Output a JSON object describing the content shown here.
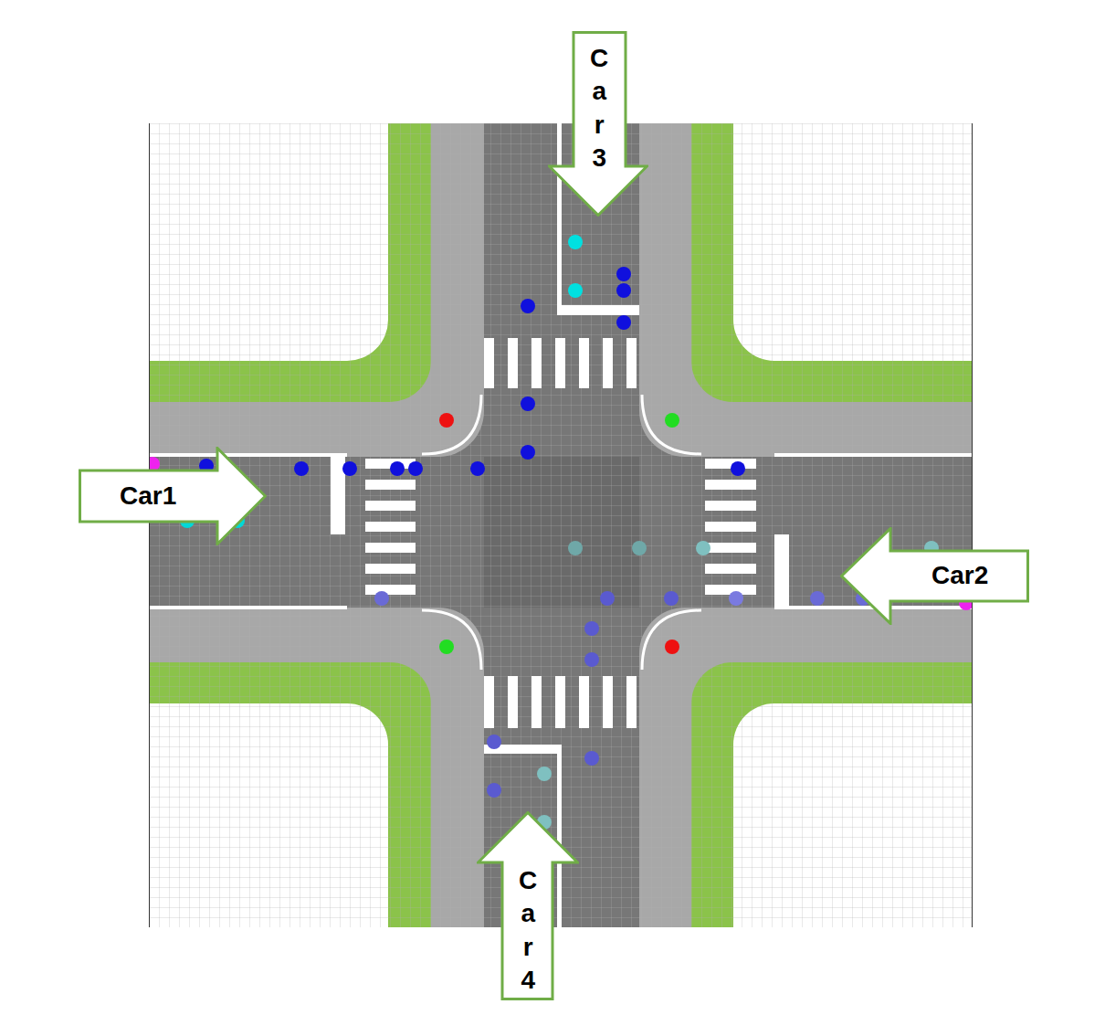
{
  "diagram": {
    "nodes": [
      {
        "text": [
          "Car3"
        ]
      },
      {
        "text": [
          "Car1"
        ]
      },
      {
        "text": [
          "Car2"
        ]
      },
      {
        "text": [
          "Car4"
        ]
      }
    ]
  }
}
